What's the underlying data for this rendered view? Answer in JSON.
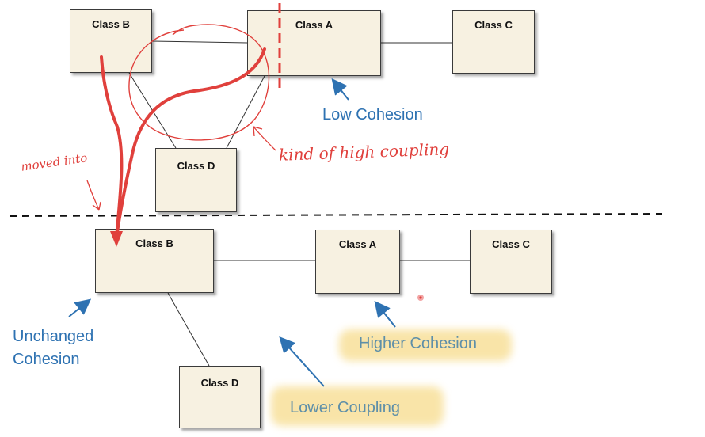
{
  "top": {
    "class_b": "Class B",
    "class_a": "Class A",
    "class_c": "Class C",
    "class_d": "Class D",
    "annotation": "Low Cohesion",
    "handwriting_coupling": "kind of high coupling",
    "handwriting_moved": "moved into"
  },
  "bottom": {
    "class_b": "Class B",
    "class_a": "Class A",
    "class_c": "Class C",
    "class_d": "Class D",
    "annotation_unchanged_line1": "Unchanged",
    "annotation_unchanged_line2": "Cohesion",
    "annotation_higher": "Higher Cohesion",
    "annotation_lower": "Lower Coupling"
  },
  "colors": {
    "annotation_blue": "#2e72b2",
    "handwriting_red": "#e0403c",
    "highlight_yellow": "#f7dc8c",
    "box_fill": "#f7f1e1"
  }
}
